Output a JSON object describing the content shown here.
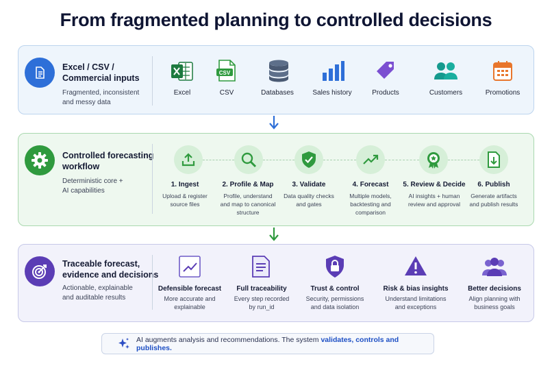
{
  "title": "From fragmented planning to controlled decisions",
  "inputs": {
    "title_lines": [
      "Excel / CSV /",
      "Commercial inputs"
    ],
    "subtitle_lines": [
      "Fragmented, inconsistent",
      "and messy data"
    ],
    "items": [
      {
        "label": "Excel",
        "icon": "excel-icon"
      },
      {
        "label": "CSV",
        "icon": "csv-icon"
      },
      {
        "label": "Databases",
        "icon": "database-icon"
      },
      {
        "label": "Sales history",
        "icon": "bar-chart-icon"
      },
      {
        "label": "Products",
        "icon": "tag-icon"
      },
      {
        "label": "Customers",
        "icon": "users-icon"
      },
      {
        "label": "Promotions",
        "icon": "calendar-icon"
      }
    ]
  },
  "workflow": {
    "title_lines": [
      "Controlled forecasting",
      "workflow"
    ],
    "subtitle_lines": [
      "Deterministic core +",
      "AI capabilities"
    ],
    "steps": [
      {
        "title": "1. Ingest",
        "desc": [
          "Upload & register",
          "source files"
        ],
        "icon": "upload-icon"
      },
      {
        "title": "2. Profile & Map",
        "desc": [
          "Profile, understand",
          "and map to canonical",
          "structure"
        ],
        "icon": "magnifier-icon"
      },
      {
        "title": "3. Validate",
        "desc": [
          "Data quality checks",
          "and gates"
        ],
        "icon": "shield-check-icon"
      },
      {
        "title": "4. Forecast",
        "desc": [
          "Multiple models,",
          "backtesting and",
          "comparison"
        ],
        "icon": "trend-line-icon"
      },
      {
        "title": "5. Review & Decide",
        "desc": [
          "AI insights + human",
          "review and approval"
        ],
        "icon": "award-icon"
      },
      {
        "title": "6. Publish",
        "desc": [
          "Generate artifacts",
          "and publish results"
        ],
        "icon": "document-download-icon"
      }
    ]
  },
  "outputs": {
    "title_lines": [
      "Traceable forecast,",
      "evidence and decisions"
    ],
    "subtitle_lines": [
      "Actionable, explainable",
      "and auditable results"
    ],
    "items": [
      {
        "title": "Defensible forecast",
        "desc": [
          "More accurate and",
          "explainable"
        ],
        "icon": "chart-frame-icon"
      },
      {
        "title": "Full traceability",
        "desc": [
          "Every step recorded",
          "by run_id"
        ],
        "icon": "document-icon"
      },
      {
        "title": "Trust & control",
        "desc": [
          "Security, permissions",
          "and data isolation"
        ],
        "icon": "lock-shield-icon"
      },
      {
        "title": "Risk & bias insights",
        "desc": [
          "Understand limitations",
          "and exceptions"
        ],
        "icon": "warning-icon"
      },
      {
        "title": "Better decisions",
        "desc": [
          "Align planning with",
          "business goals"
        ],
        "icon": "team-icon"
      }
    ]
  },
  "footer": {
    "text": "AI augments analysis and recommendations. The system ",
    "strong": "validates, controls and publishes.",
    "icon": "sparkle-icon"
  },
  "colors": {
    "blue": "#2e6fd8",
    "green": "#2f9a3e",
    "purple": "#5b3db5",
    "excel_green": "#1d7a3f",
    "orange": "#e8762c"
  }
}
